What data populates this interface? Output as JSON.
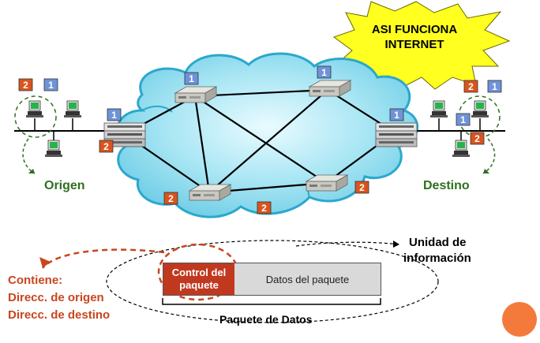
{
  "banner": {
    "line1": "ASI FUNCIONA",
    "line2": "INTERNET"
  },
  "labels": {
    "origin": "Origen",
    "destination": "Destino",
    "unit_line1": "Unidad de",
    "unit_line2": "información",
    "contains_title": "Contiene:",
    "contains_item1": "Direcc. de origen",
    "contains_item2": "Direcc. de destino",
    "packet_caption": "Paquete de Datos"
  },
  "packet": {
    "control_line1": "Control del",
    "control_line2": "paquete",
    "data": "Datos del paquete"
  },
  "badges": {
    "one": "1",
    "two": "2"
  },
  "colors": {
    "cloud": "#8fdcef",
    "badge_blue": "#6f93d8",
    "badge_orange": "#d9541e",
    "burst": "#ffff20",
    "accent_orange": "#c8461f",
    "green_text": "#2f6f1f"
  }
}
